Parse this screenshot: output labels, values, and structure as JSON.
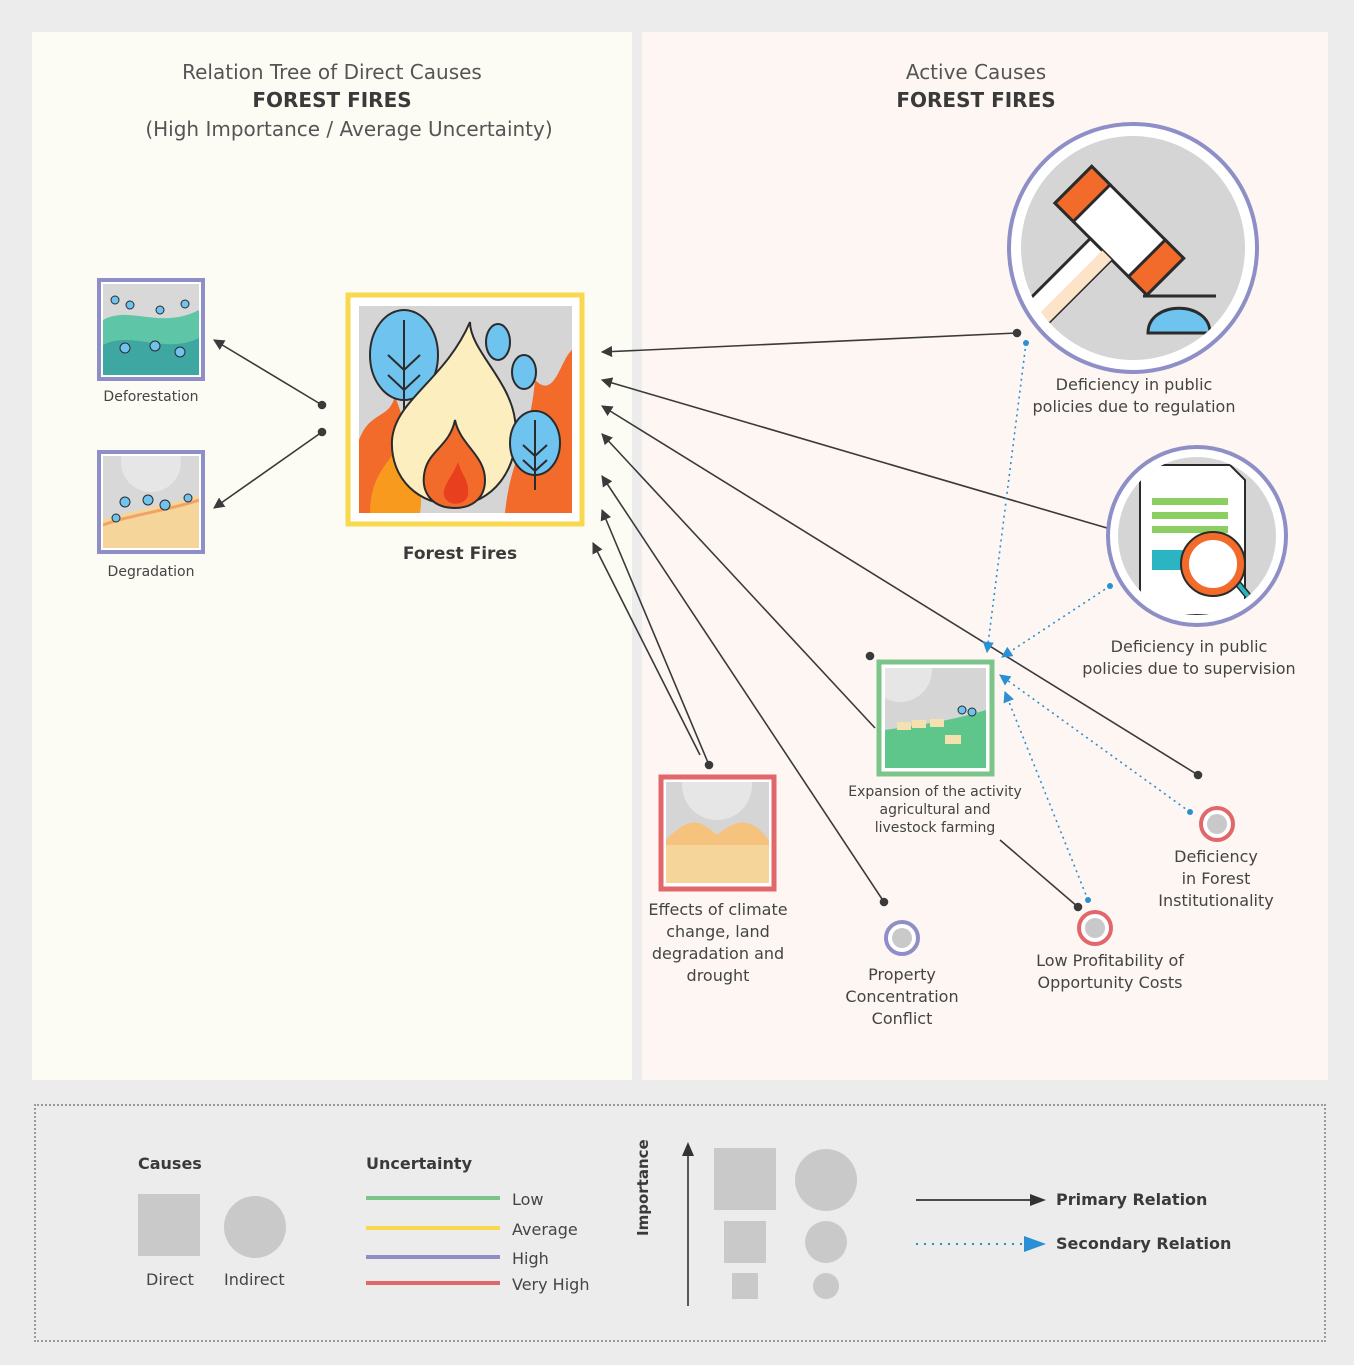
{
  "left_panel": {
    "title_line1": "Relation Tree of Direct Causes",
    "title_line2": "FOREST FIRES",
    "title_line3": "(High Importance / Average Uncertainty)"
  },
  "right_panel": {
    "title_line1": "Active Causes",
    "title_line2": "FOREST FIRES"
  },
  "nodes": {
    "forest_fires": {
      "label": "Forest Fires",
      "uncertainty": "average",
      "shape": "square"
    },
    "deforestation": {
      "label": "Deforestation",
      "uncertainty": "high",
      "shape": "square"
    },
    "degradation": {
      "label": "Degradation",
      "uncertainty": "high",
      "shape": "square"
    },
    "regulation": {
      "label_line1": "Deficiency in public",
      "label_line2": "policies due to regulation",
      "uncertainty": "high",
      "shape": "circle"
    },
    "supervision": {
      "label_line1": "Deficiency in public",
      "label_line2": "policies due to supervision",
      "uncertainty": "high",
      "shape": "circle"
    },
    "expansion": {
      "label_line1": "Expansion of the activity",
      "label_line2": "agricultural and",
      "label_line3": "livestock farming",
      "uncertainty": "low",
      "shape": "square"
    },
    "institutionality": {
      "label_line1": "Deficiency",
      "label_line2": "in Forest",
      "label_line3": "Institutionality",
      "uncertainty": "very high",
      "shape": "circle"
    },
    "profitability": {
      "label_line1": "Low Profitability of",
      "label_line2": "Opportunity Costs",
      "uncertainty": "very high",
      "shape": "circle"
    },
    "property": {
      "label_line1": "Property",
      "label_line2": "Concentration",
      "label_line3": "Conflict",
      "uncertainty": "high",
      "shape": "circle"
    },
    "climate": {
      "label_line1": "Effects of climate",
      "label_line2": "change, land",
      "label_line3": "degradation and",
      "label_line4": "drought",
      "uncertainty": "very high",
      "shape": "square"
    }
  },
  "relations": {
    "primary": [
      [
        "forest_fires",
        "deforestation"
      ],
      [
        "forest_fires",
        "degradation"
      ],
      [
        "regulation",
        "forest_fires"
      ],
      [
        "supervision",
        "forest_fires"
      ],
      [
        "institutionality",
        "forest_fires"
      ],
      [
        "expansion",
        "forest_fires"
      ],
      [
        "property",
        "forest_fires"
      ],
      [
        "climate",
        "forest_fires"
      ],
      [
        "profitability",
        "expansion"
      ]
    ],
    "secondary": [
      [
        "regulation",
        "expansion"
      ],
      [
        "supervision",
        "expansion"
      ],
      [
        "institutionality",
        "expansion"
      ],
      [
        "profitability",
        "expansion"
      ]
    ]
  },
  "legend": {
    "causes_heading": "Causes",
    "direct_label": "Direct",
    "indirect_label": "Indirect",
    "uncertainty_heading": "Uncertainty",
    "uncertainty_levels": [
      {
        "label": "Low",
        "color": "#7cc48a"
      },
      {
        "label": "Average",
        "color": "#f9d84e"
      },
      {
        "label": "High",
        "color": "#8f8fc8"
      },
      {
        "label": "Very High",
        "color": "#e2676b"
      }
    ],
    "importance_label": "Importance",
    "primary_relation_label": "Primary Relation",
    "secondary_relation_label": "Secondary Relation"
  },
  "colors": {
    "low": "#7cc48a",
    "average": "#f9d84e",
    "high": "#8f8fc8",
    "very_high": "#e2676b",
    "primary_line": "#3a3a3a",
    "secondary_line": "#2a8fd4",
    "placeholder_gray": "#c9c9c9"
  }
}
